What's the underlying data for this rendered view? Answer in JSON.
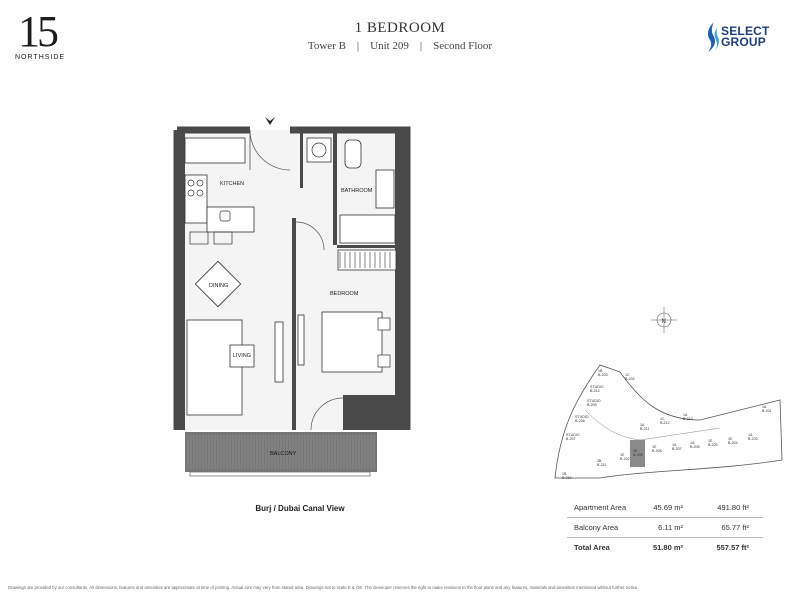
{
  "header": {
    "logo_number": "15",
    "logo_sub": "NORTHSIDE",
    "title": "1 BEDROOM",
    "subtitle": "Tower B    |    Unit 209    |    Second Floor",
    "brand_line1": "SELECT",
    "brand_line2": "GROUP"
  },
  "plan": {
    "rooms": {
      "kitchen": "KITCHEN",
      "bathroom": "BATHROOM",
      "dining": "DINING",
      "bedroom": "BEDROOM",
      "living": "LIVING",
      "balcony": "BALCONY"
    },
    "view_label": "Burj / Dubai Canal View"
  },
  "keyplan": {
    "compass": "N",
    "highlight_color": "#8a8a8a",
    "units": [
      {
        "code": "1B",
        "num": "B-203"
      },
      {
        "code": "1C",
        "num": "B-202"
      },
      {
        "code": "STUDIO",
        "num": "B-214"
      },
      {
        "code": "STUDIO",
        "num": "B-205"
      },
      {
        "code": "STUDIO",
        "num": "B-206"
      },
      {
        "code": "STUDIO",
        "num": "B-207"
      },
      {
        "code": "1A",
        "num": "B-211"
      },
      {
        "code": "1C",
        "num": "B-212"
      },
      {
        "code": "1A",
        "num": "B-213"
      },
      {
        "code": "1A",
        "num": "B-201"
      },
      {
        "code": "1E",
        "num": "B-209"
      },
      {
        "code": "1E",
        "num": "B-208"
      },
      {
        "code": "1A",
        "num": "B-207"
      },
      {
        "code": "1A",
        "num": "B-206"
      },
      {
        "code": "1E",
        "num": "B-205"
      },
      {
        "code": "1E",
        "num": "B-204"
      },
      {
        "code": "1A",
        "num": "B-203"
      },
      {
        "code": "1E",
        "num": "B-202"
      },
      {
        "code": "1B",
        "num": "B-210"
      },
      {
        "code": "2B",
        "num": "B-211"
      }
    ]
  },
  "areas": [
    {
      "label": "Apartment Area",
      "m2": "45.69 m²",
      "ft2": "491.80 ft²"
    },
    {
      "label": "Balcony Area",
      "m2": "6.11 m²",
      "ft2": "65.77 ft²"
    },
    {
      "label": "Total Area",
      "m2": "51.80 m²",
      "ft2": "557.57 ft²"
    }
  ],
  "disclaimer": "Drawings are provided by our consultants. All dimensions, features and amenities are approximate at time of printing. Actual size may vary from stated area. Drawings not to scale E & OE. The developer reserves the right to make revisions to the floor plans and any features, materials and amenities mentioned without further notice."
}
